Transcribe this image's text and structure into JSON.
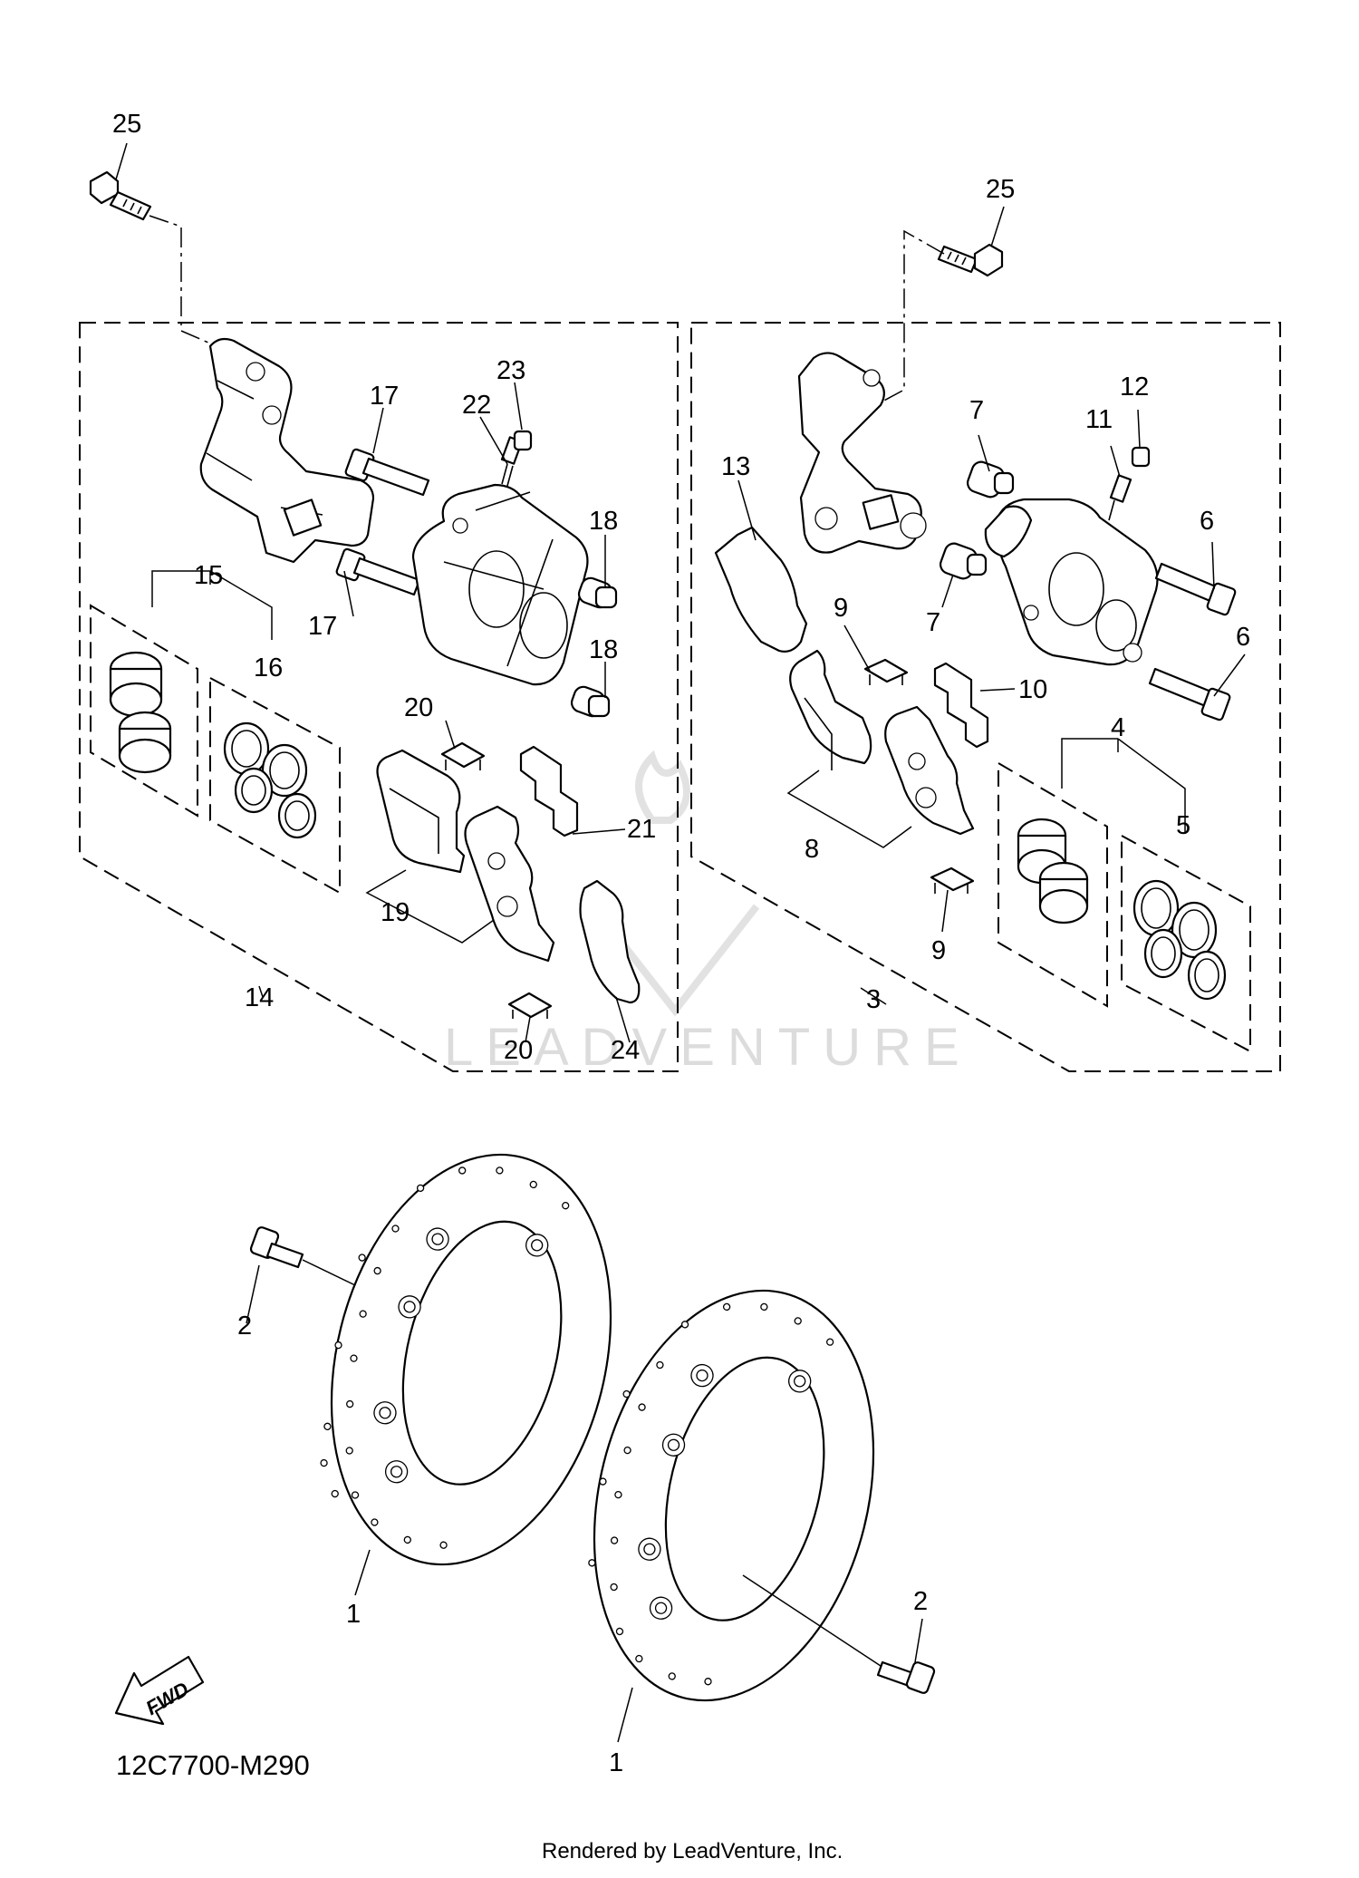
{
  "labels": {
    "l25a": "25",
    "l25b": "25",
    "l17a": "17",
    "l17b": "17",
    "l22": "22",
    "l23": "23",
    "l18a": "18",
    "l18b": "18",
    "l15": "15",
    "l16": "16",
    "l20a": "20",
    "l20b": "20",
    "l21": "21",
    "l19": "19",
    "l14": "14",
    "l24": "24",
    "l13": "13",
    "l7a": "7",
    "l7b": "7",
    "l11": "11",
    "l12": "12",
    "l6a": "6",
    "l6b": "6",
    "l9a": "9",
    "l9b": "9",
    "l10": "10",
    "l8": "8",
    "l4": "4",
    "l5": "5",
    "l3": "3",
    "l2a": "2",
    "l2b": "2",
    "l1a": "1",
    "l1b": "1"
  },
  "fwd_label": "FWD",
  "diagram_code": "12C7700-M290",
  "watermark": "LEADVENTURE",
  "footer": "Rendered by LeadVenture, Inc."
}
